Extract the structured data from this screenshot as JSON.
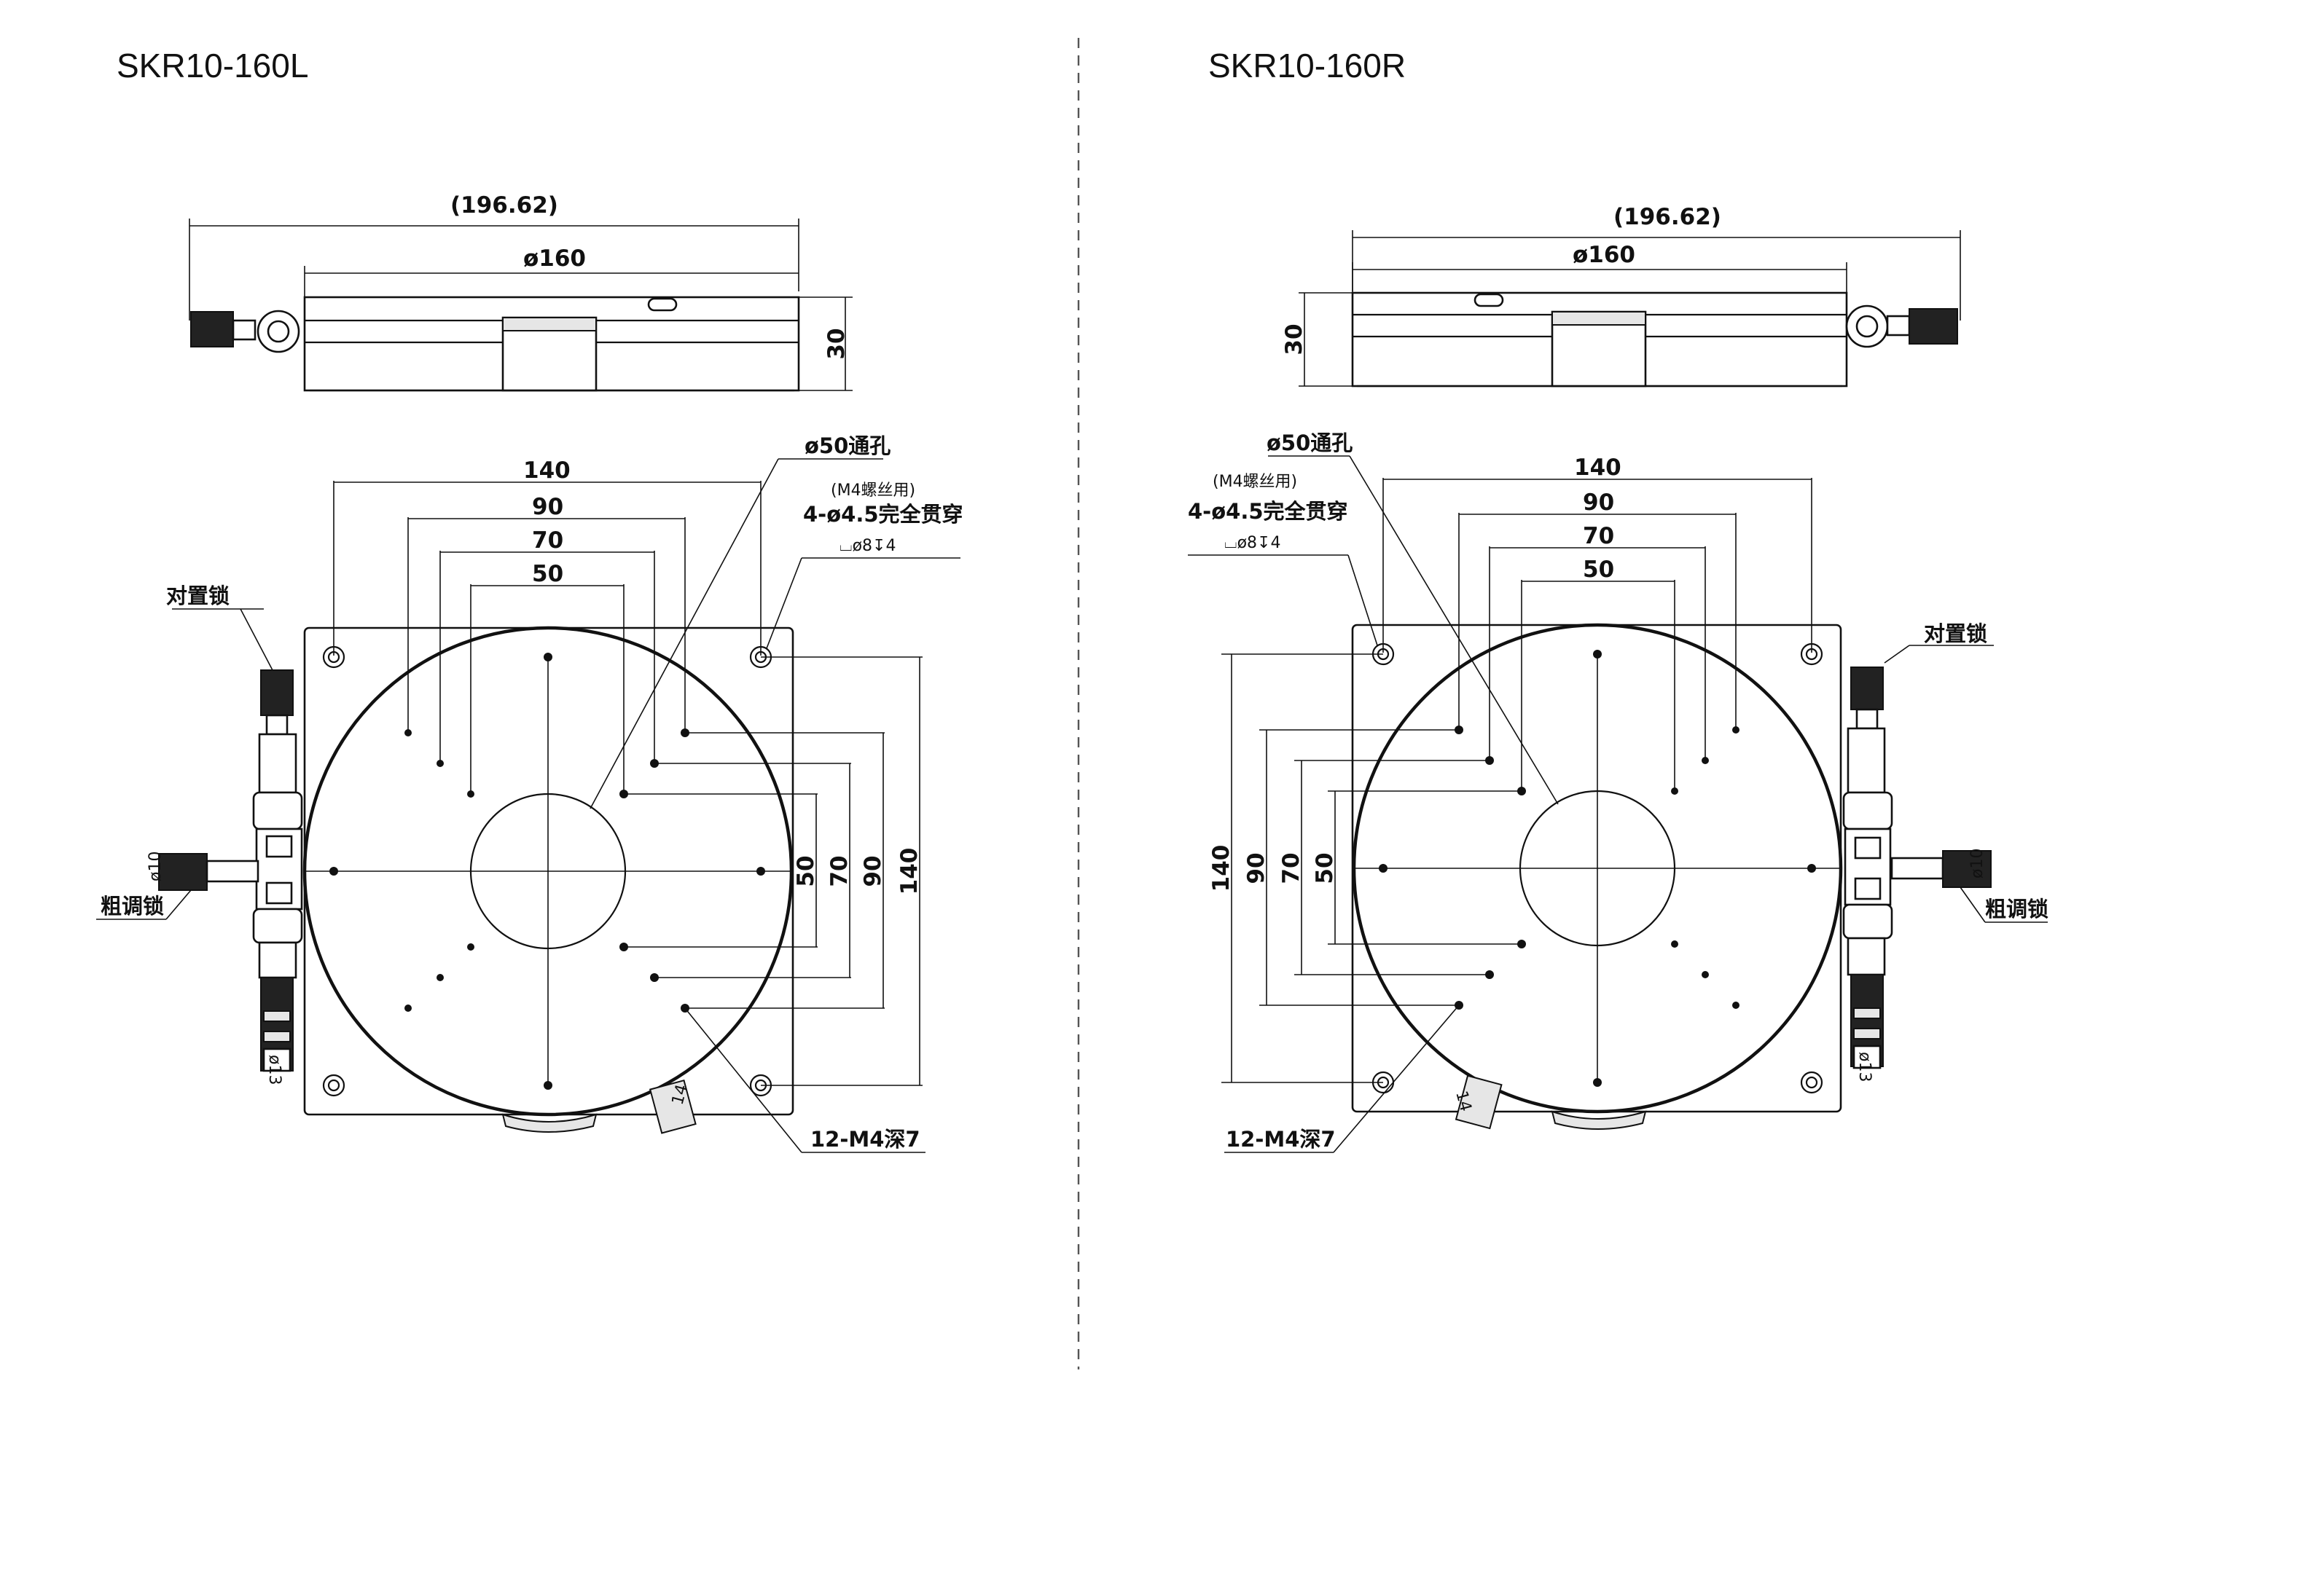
{
  "views": {
    "left": {
      "title": "SKR10-160L",
      "top_view": {
        "overall_length": "(196.62)",
        "diameter": "ø160",
        "height": "30"
      },
      "plan_view": {
        "dims_horizontal": [
          "140",
          "90",
          "70",
          "50"
        ],
        "dims_vertical": [
          "50",
          "70",
          "90",
          "140"
        ],
        "through_hole": "ø50通孔",
        "mount_note": "(M4螺丝用)",
        "mount_holes": "4-ø4.5完全贯穿",
        "counterbore": "⌴ø8↧4",
        "tapped_holes": "12-M4深7",
        "lock_align": "对置锁",
        "lock_coarse": "粗调锁",
        "knob_diameter": "ø10",
        "knob_size": "ø13",
        "wrench_size": "14"
      }
    },
    "right": {
      "title": "SKR10-160R",
      "top_view": {
        "overall_length": "(196.62)",
        "diameter": "ø160",
        "height": "30"
      },
      "plan_view": {
        "dims_horizontal": [
          "140",
          "90",
          "70",
          "50"
        ],
        "dims_vertical": [
          "140",
          "90",
          "70",
          "50"
        ],
        "through_hole": "ø50通孔",
        "mount_note": "(M4螺丝用)",
        "mount_holes": "4-ø4.5完全贯穿",
        "counterbore": "⌴ø8↧4",
        "tapped_holes": "12-M4深7",
        "lock_align": "对置锁",
        "lock_coarse": "粗调锁",
        "knob_diameter": "ø10",
        "knob_size": "ø13",
        "wrench_size": "14"
      }
    }
  },
  "colors": {
    "line": "#111111",
    "background": "#ffffff"
  }
}
